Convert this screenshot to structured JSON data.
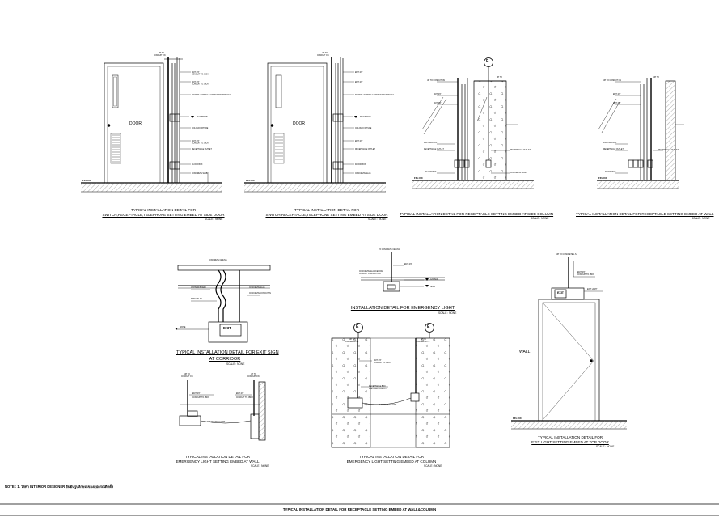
{
  "labels": {
    "door": "DOOR",
    "wall": "WALL",
    "exit_sign": "EXIT",
    "e_symbol": "E",
    "ffl": "FFL±00"
  },
  "captions": {
    "d1_line1": "TYPICAL INSTALLATION DETAIL FOR",
    "d1_line2": "SWITCH,RECEPTACLE,TELEPHONE SETTING EMBED AT SIDE DOOR",
    "d2_line1": "TYPICAL INSTALLATION DETAIL FOR",
    "d2_line2": "SWITCH,RECEPTACLE,TELEPHONE SETTING EMBED AT SIDE DOOR",
    "d3": "TYPICAL INSTALLATION DETAIL FOR RECEPTACLE SETTING EMBED AT SIDE COLUMN",
    "d4": "TYPICAL INSTALLATION DETAIL FOR RECEPTACLE SETTING EMBED AT WALL",
    "exit_sign_1": "TYPICAL INSTALLATION DETAIL FOR EXIT SIGN",
    "exit_sign_2": "AT CORRIDOR",
    "emergency_light": "INSTALLATION DETAIL FOR EMERGENCY LIGHT",
    "em_wall_1": "TYPICAL INSTALLATION DETAIL FOR",
    "em_wall_2": "EMERGENCY LIGHT SETTING EMBED AT WALL",
    "em_col_1": "TYPICAL INSTALLATION DETAIL FOR",
    "em_col_2": "EMERGENCY LIGHT SETTING EMBED AT COLUMN",
    "exit_door_1": "TYPICAL INSTALLATION DETAIL FOR",
    "exit_door_2": "EXIT LIGHT SETTING EMBED AT TOP DOOR",
    "scale": "SCALE : NONE"
  },
  "note": "NOTE : 1. ให้ทำ INTERIOR DESIGNER ยืนยันรูปลักษณ์ของอุปกรณ์ติดตั้ง",
  "footer": "TYPICAL INSTALLATION DETAIL FOR RECEPTACLE SETTING EMBED AT WALL&COLUMN",
  "colors": {
    "line": "#000000",
    "hatch": "#555555",
    "paper": "#ffffff"
  }
}
